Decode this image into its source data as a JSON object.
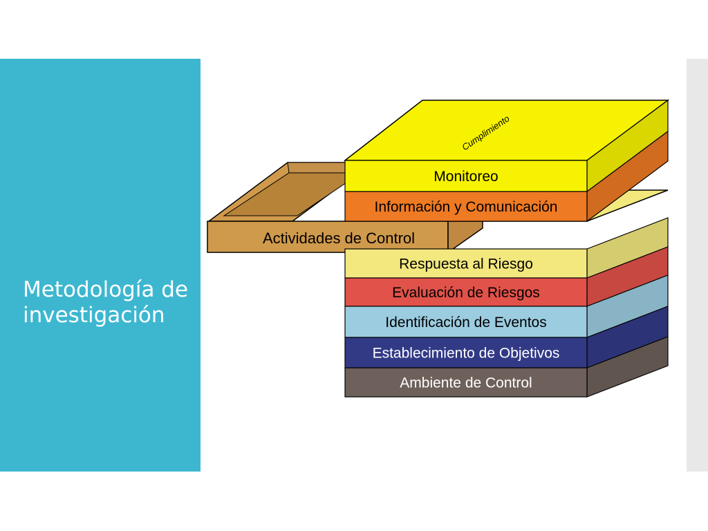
{
  "slide": {
    "title": "Metodología de investigación"
  },
  "diagram": {
    "top_face_label": "Cumplimiento",
    "side_tray_label": "Actividades de Control",
    "upper_block": [
      {
        "label": "Monitoreo",
        "color": "#f7f300"
      },
      {
        "label": "Información y Comunicación",
        "color": "#ee7a24"
      }
    ],
    "lower_block": [
      {
        "label": "Respuesta al Riesgo",
        "color": "#f2e87e"
      },
      {
        "label": "Evaluación de Riesgos",
        "color": "#e1524a"
      },
      {
        "label": "Identificación de Eventos",
        "color": "#9ccce0"
      },
      {
        "label": "Establecimiento de Objetivos",
        "color": "#323a86"
      },
      {
        "label": "Ambiente de Control",
        "color": "#6e615b"
      }
    ],
    "tray_color": "#d09a4c"
  }
}
